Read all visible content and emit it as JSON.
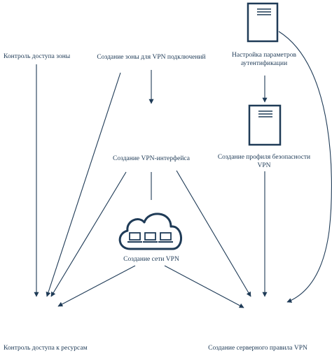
{
  "nodes": {
    "zone_access_control": {
      "label": "Контроль доступа зоны"
    },
    "create_vpn_zone": {
      "label": "Создание зоны для VPN подключений"
    },
    "auth_settings": {
      "label": "Настройка параметров аутентификации",
      "icon": "document-icon"
    },
    "create_vpn_interface": {
      "label": "Создание VPN-интерфейса"
    },
    "vpn_security_profile": {
      "label": "Создание профиля безопасности VPN",
      "icon": "document-icon"
    },
    "create_vpn_network": {
      "label": "Создание сети VPN",
      "icon": "cloud-network-icon"
    },
    "resource_access_control": {
      "label": "Контроль доступа к ресурсам"
    },
    "vpn_server_rule": {
      "label": "Создание серверного правила VPN"
    }
  },
  "colors": {
    "stroke": "#1f3b57",
    "text": "#1f3b57",
    "background": "#ffffff"
  }
}
